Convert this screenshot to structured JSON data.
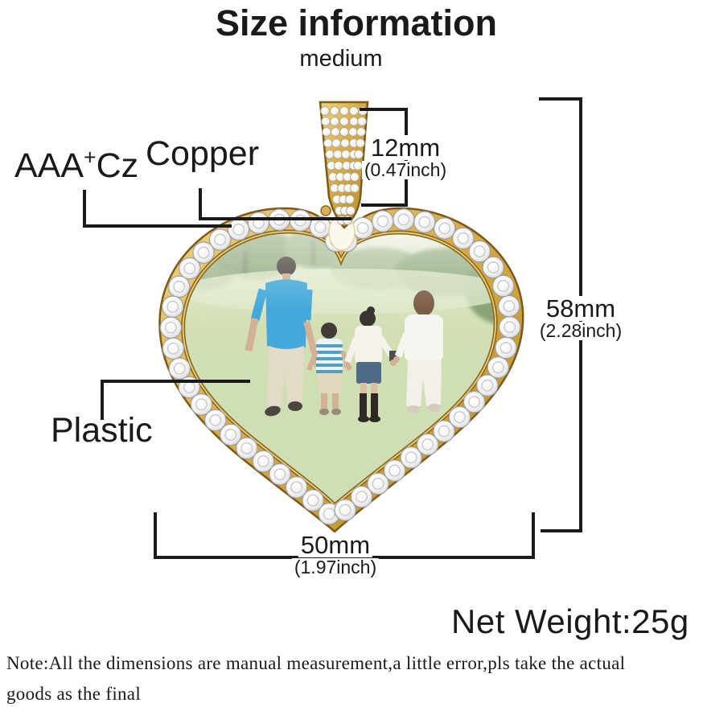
{
  "title": "Size information",
  "subtitle": "medium",
  "labels": {
    "stones": {
      "prefix": "AAA",
      "sup": "+",
      "suffix": "Cz"
    },
    "metal": "Copper",
    "cover": "Plastic"
  },
  "measurements": {
    "bail": {
      "value": "12mm",
      "inch": "(0.47inch)"
    },
    "height": {
      "value": "58mm",
      "inch": "(2.28inch)"
    },
    "width": {
      "value": "50mm",
      "inch": "(1.97inch)"
    }
  },
  "net_weight": "Net Weight:25g",
  "note": {
    "line1": "Note:All the dimensions are manual measurement,a little error,pls take the actual",
    "line2": "goods as the final"
  },
  "colors": {
    "gold": "#d2a53f",
    "gold_dark": "#7a5a15",
    "stone": "#f4f4f4",
    "line": "#1a1a1a",
    "text": "#1a1a1a"
  }
}
